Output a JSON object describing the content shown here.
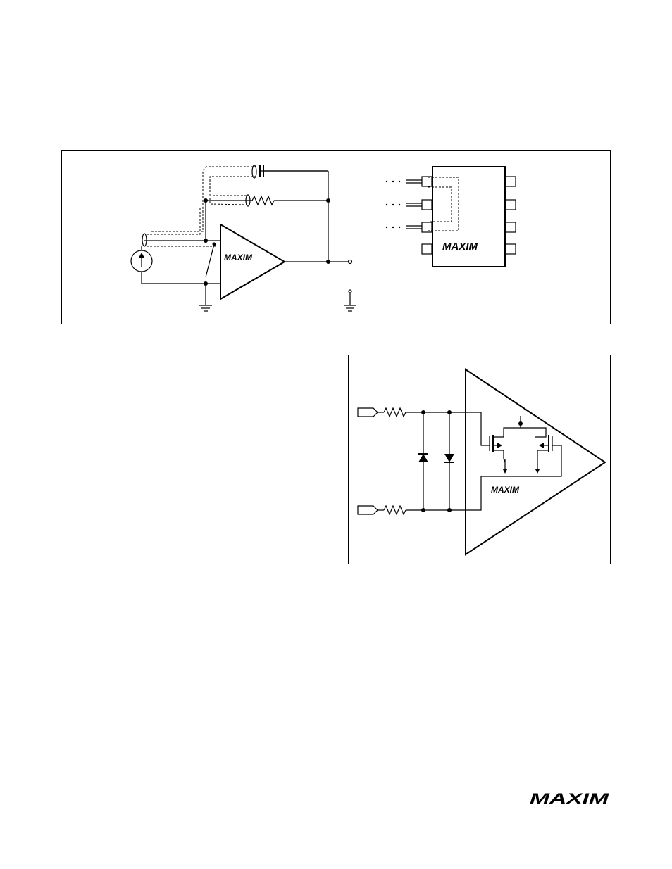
{
  "figure1": {
    "amplifier_logo": "MAXIM",
    "package_logo": "MAXIM"
  },
  "figure2": {
    "amplifier_logo": "MAXIM"
  },
  "footer": {
    "logo": "MAXIM"
  }
}
